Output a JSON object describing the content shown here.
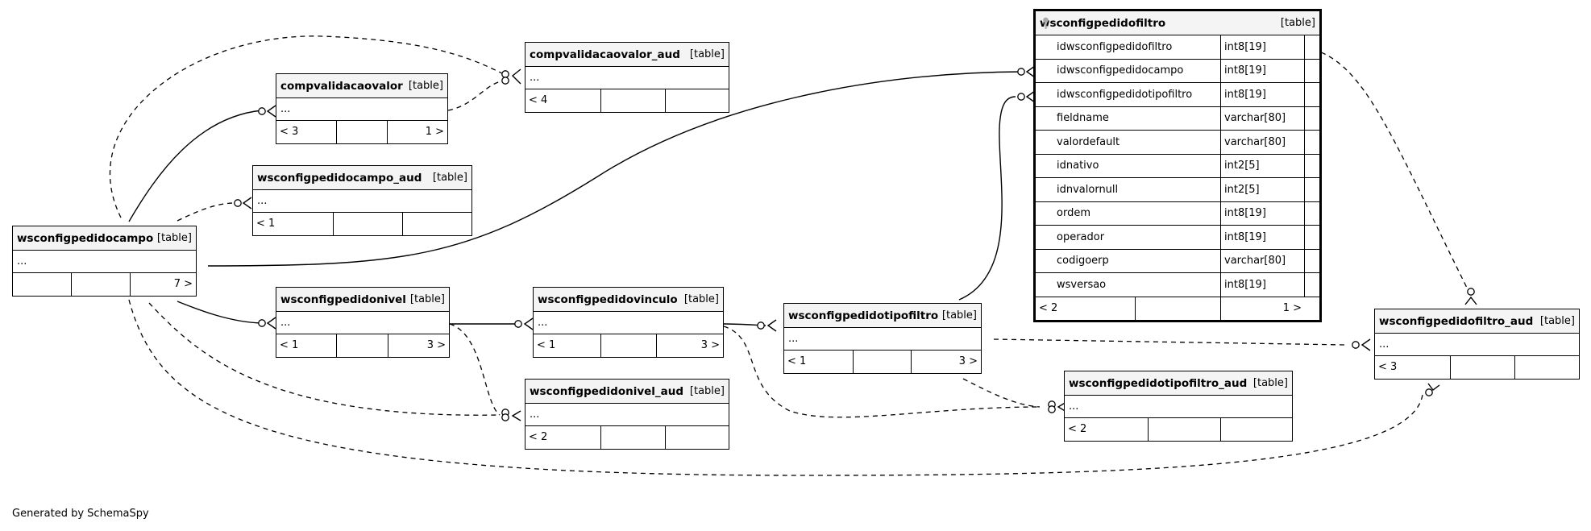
{
  "footer": "Generated by SchemaSpy",
  "colors": {
    "primary_key": "#e6c800",
    "foreign_key": "#aaaaaa",
    "line": "#000000"
  },
  "tables": {
    "wsconfigpedidocampo": {
      "name": "wsconfigpedidocampo",
      "type": "[table]",
      "dots": "...",
      "parents": "",
      "children": "7 >"
    },
    "compvalidacaovalor": {
      "name": "compvalidacaovalor",
      "type": "[table]",
      "dots": "...",
      "parents": "< 3",
      "children": "1 >"
    },
    "compvalidacaovalor_aud": {
      "name": "compvalidacaovalor_aud",
      "type": "[table]",
      "dots": "...",
      "parents": "< 4",
      "children": ""
    },
    "wsconfigpedidocampo_aud": {
      "name": "wsconfigpedidocampo_aud",
      "type": "[table]",
      "dots": "...",
      "parents": "< 1",
      "children": ""
    },
    "wsconfigpedidonivel": {
      "name": "wsconfigpedidonivel",
      "type": "[table]",
      "dots": "...",
      "parents": "< 1",
      "children": "3 >"
    },
    "wsconfigpedidovinculo": {
      "name": "wsconfigpedidovinculo",
      "type": "[table]",
      "dots": "...",
      "parents": "< 1",
      "children": "3 >"
    },
    "wsconfigpedidonivel_aud": {
      "name": "wsconfigpedidonivel_aud",
      "type": "[table]",
      "dots": "...",
      "parents": "< 2",
      "children": ""
    },
    "wsconfigpedidotipofiltro": {
      "name": "wsconfigpedidotipofiltro",
      "type": "[table]",
      "dots": "...",
      "parents": "< 1",
      "children": "3 >"
    },
    "wsconfigpedidotipofiltro_aud": {
      "name": "wsconfigpedidotipofiltro_aud",
      "type": "[table]",
      "dots": "...",
      "parents": "< 2",
      "children": ""
    },
    "wsconfigpedidofiltro_aud": {
      "name": "wsconfigpedidofiltro_aud",
      "type": "[table]",
      "dots": "...",
      "parents": "< 3",
      "children": ""
    }
  },
  "focus_table": {
    "name": "wsconfigpedidofiltro",
    "type": "[table]",
    "parents": "< 2",
    "children": "1 >",
    "columns": [
      {
        "name": "idwsconfigpedidofiltro",
        "type": "int8[19]",
        "key": "primary"
      },
      {
        "name": "idwsconfigpedidocampo",
        "type": "int8[19]",
        "key": "foreign"
      },
      {
        "name": "idwsconfigpedidotipofiltro",
        "type": "int8[19]",
        "key": "foreign"
      },
      {
        "name": "fieldname",
        "type": "varchar[80]",
        "key": ""
      },
      {
        "name": "valordefault",
        "type": "varchar[80]",
        "key": ""
      },
      {
        "name": "idnativo",
        "type": "int2[5]",
        "key": ""
      },
      {
        "name": "idnvalornull",
        "type": "int2[5]",
        "key": ""
      },
      {
        "name": "ordem",
        "type": "int8[19]",
        "key": ""
      },
      {
        "name": "operador",
        "type": "int8[19]",
        "key": ""
      },
      {
        "name": "codigoerp",
        "type": "varchar[80]",
        "key": ""
      },
      {
        "name": "wsversao",
        "type": "int8[19]",
        "key": ""
      }
    ]
  }
}
